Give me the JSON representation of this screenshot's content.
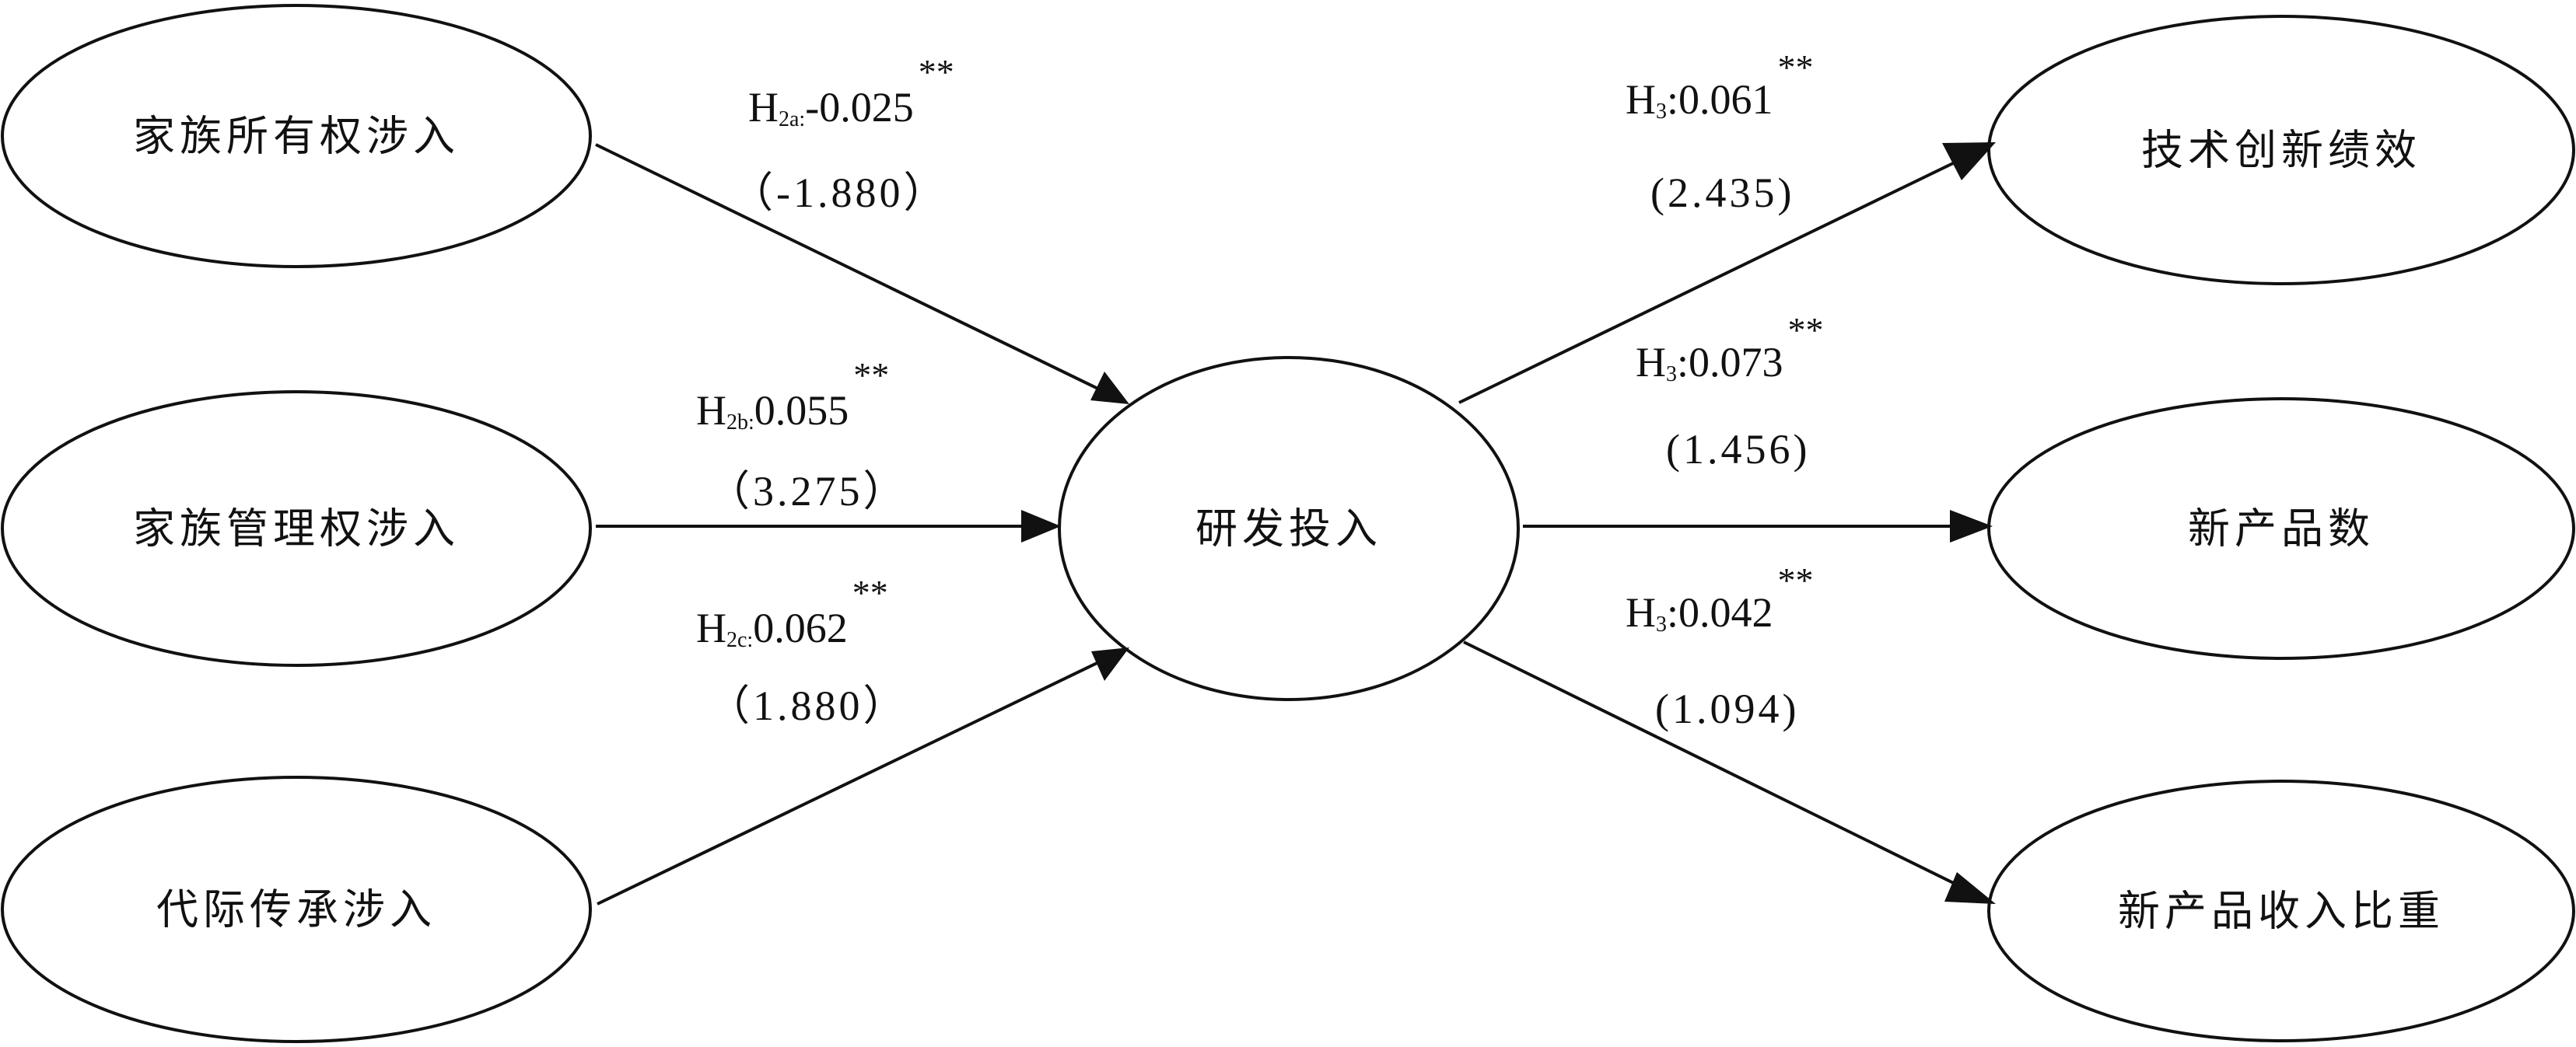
{
  "nodes": {
    "family_ownership": "家族所有权涉入",
    "family_management": "家族管理权涉入",
    "intergenerational": "代际传承涉入",
    "rd_investment": "研发投入",
    "tech_innovation": "技术创新绩效",
    "new_products": "新产品数",
    "new_product_revenue": "新产品收入比重"
  },
  "paths": {
    "h2a": {
      "label": "H",
      "sub": "2a:",
      "coef": "-0.025",
      "sig": "**",
      "tval": "（-1.880）"
    },
    "h2b": {
      "label": "H",
      "sub": "2b:",
      "coef": "0.055",
      "sig": "**",
      "tval": "（3.275）"
    },
    "h2c": {
      "label": "H",
      "sub": "2c:",
      "coef": "0.062",
      "sig": "**",
      "tval": "（1.880）"
    },
    "h3_tech": {
      "label": "H",
      "sub": "3",
      "coef": ":0.061",
      "sig": "**",
      "tval": "(2.435)"
    },
    "h3_products": {
      "label": "H",
      "sub": "3",
      "coef": ":0.073",
      "sig": "**",
      "tval": "(1.456)"
    },
    "h3_revenue": {
      "label": "H",
      "sub": "3",
      "coef": ":0.042",
      "sig": "**",
      "tval": "(1.094)"
    }
  }
}
